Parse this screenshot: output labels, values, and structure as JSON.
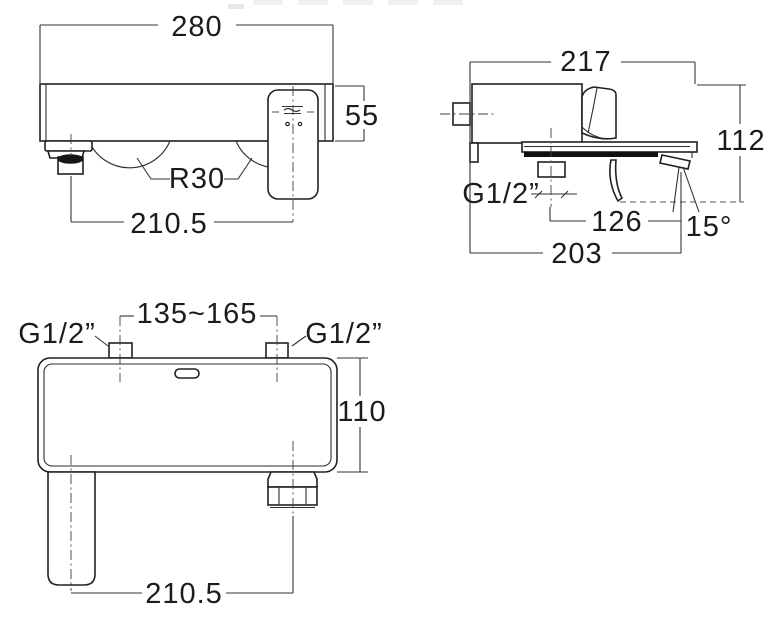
{
  "views": {
    "front": {
      "width": "280",
      "height": "55",
      "radius": "R30",
      "outlet_spacing": "210.5"
    },
    "side": {
      "depth": "217",
      "height": "112",
      "thread": "G1/2”",
      "spout_reach": "126",
      "spout_angle": "15°",
      "total_depth": "203"
    },
    "top": {
      "inlet_spacing": "135~165",
      "thread_left": "G1/2”",
      "thread_right": "G1/2”",
      "body_depth": "110",
      "outlet_spacing": "210.5"
    }
  },
  "icons": {
    "handle_badge": "american-standard-logo"
  },
  "colors": {
    "line": "#212121",
    "dim": "#1c1c1c",
    "band": "#101010",
    "background": "#ffffff"
  }
}
